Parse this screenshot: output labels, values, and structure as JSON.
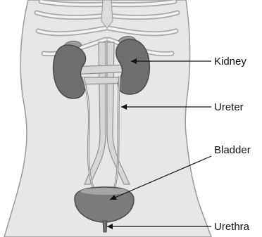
{
  "labels": {
    "kidney": "Kidney",
    "ureter": "Ureter",
    "bladder": "Bladder",
    "urethra": "Urethra"
  },
  "colors": {
    "body": "#e7e7e7",
    "outline": "#9a9a9a",
    "ribs": "#f2f2f2",
    "kidney": "#6f6f6f",
    "bladder": "#7b7b7b",
    "vessels": "#d7d7d7"
  }
}
